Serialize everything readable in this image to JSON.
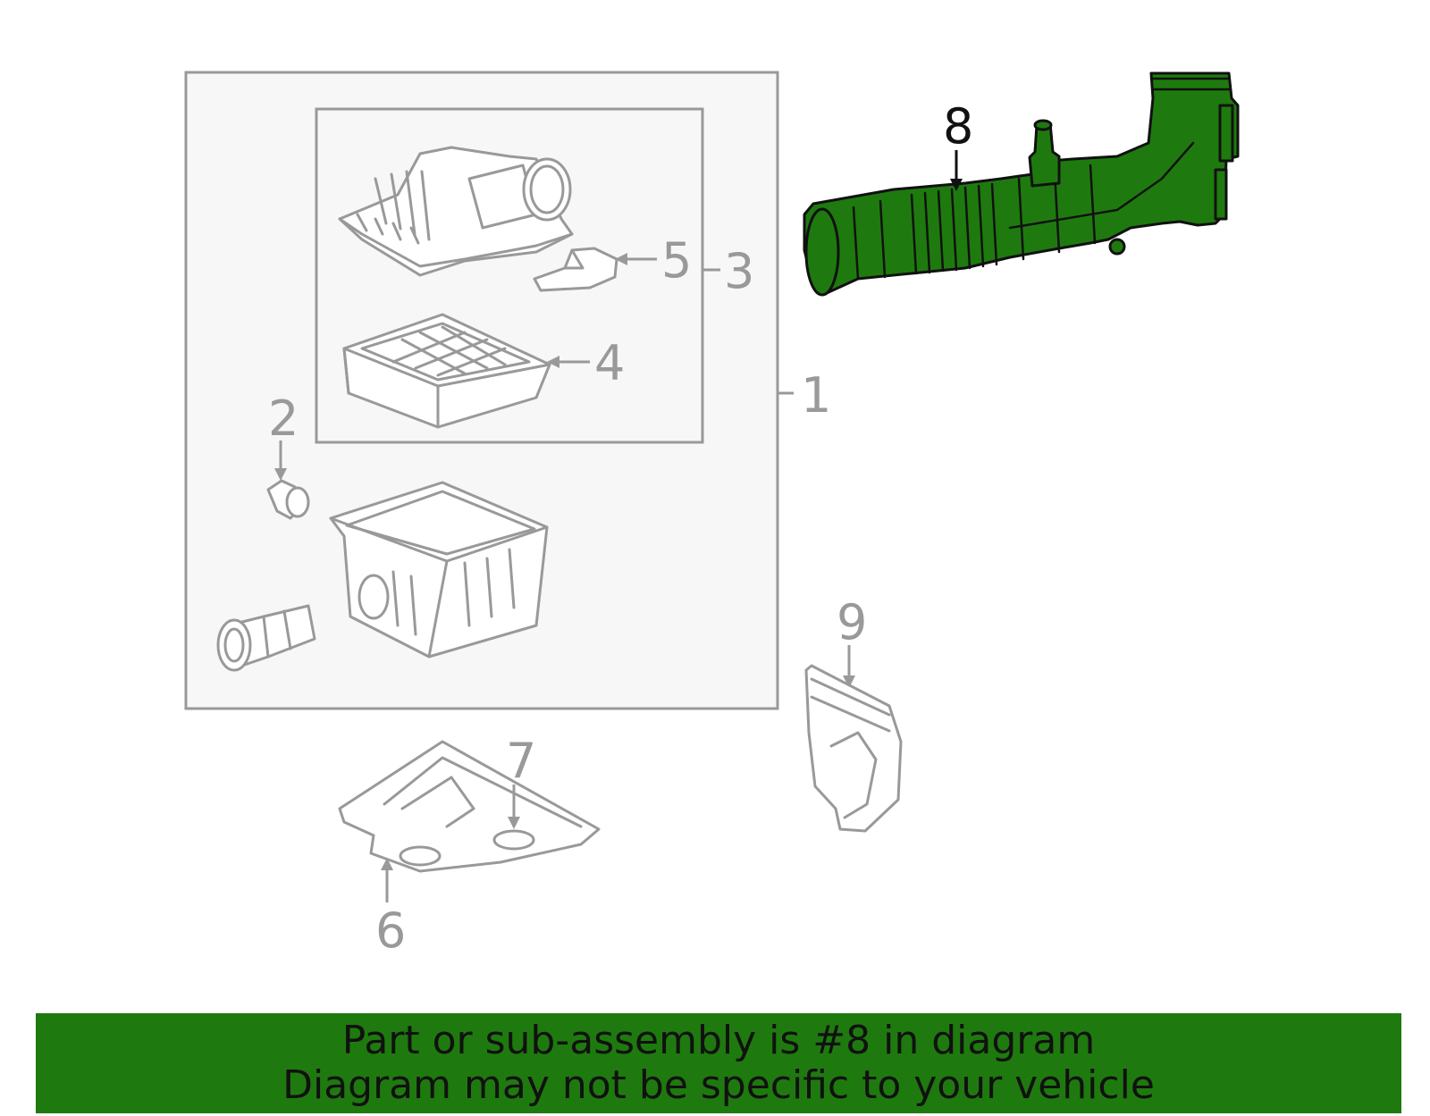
{
  "callouts": {
    "c1": "1",
    "c2": "2",
    "c3": "3",
    "c4": "4",
    "c5": "5",
    "c6": "6",
    "c7": "7",
    "c8": "8",
    "c9": "9"
  },
  "highlighted_part": "8",
  "banner": {
    "line1": "Part or sub-assembly is #8 in diagram",
    "line2": "Diagram may not be specific to your vehicle"
  },
  "colors": {
    "highlight": "#1e7a0e",
    "part_outline": "#999999",
    "active_outline": "#111111",
    "assembly_fill": "#f7f7f7"
  }
}
